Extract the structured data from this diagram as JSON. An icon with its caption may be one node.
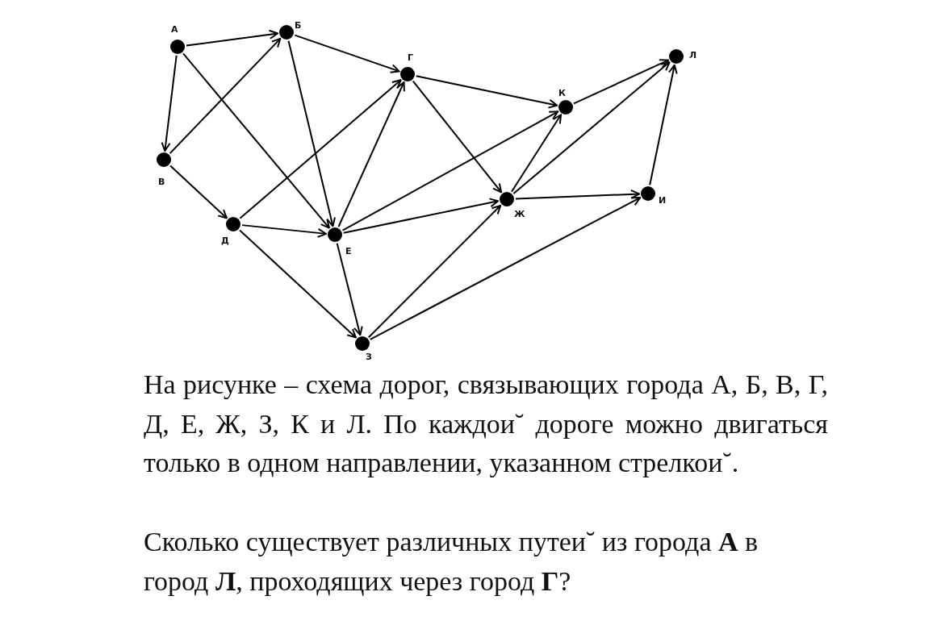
{
  "diagram": {
    "nodes": [
      {
        "text": [],
        "shape": "circle",
        "beside": [
          "А"
        ]
      },
      {
        "text": [],
        "shape": "circle",
        "beside": [
          "Б"
        ]
      },
      {
        "text": [],
        "shape": "circle",
        "beside": [
          "В"
        ]
      },
      {
        "text": [],
        "shape": "circle",
        "beside": [
          "Г"
        ]
      },
      {
        "text": [],
        "shape": "circle",
        "beside": [
          "Д"
        ]
      },
      {
        "text": [],
        "shape": "circle",
        "beside": [
          "Е"
        ]
      },
      {
        "text": [],
        "shape": "circle",
        "beside": [
          "Ж"
        ]
      },
      {
        "text": [],
        "shape": "circle",
        "beside": [
          "З"
        ]
      },
      {
        "text": [],
        "shape": "circle",
        "beside": [
          "К"
        ]
      },
      {
        "text": [],
        "shape": "circle",
        "beside": [
          "Л"
        ]
      },
      {
        "text": [],
        "shape": "circle",
        "beside": [
          "И"
        ]
      }
    ],
    "edges": [
      {
        "from": 0,
        "to": 1,
        "arrow": "to"
      },
      {
        "from": 0,
        "to": 2,
        "arrow": "to"
      },
      {
        "from": 0,
        "to": 5,
        "arrow": "to"
      },
      {
        "from": 2,
        "to": 1,
        "arrow": "to"
      },
      {
        "from": 2,
        "to": 4,
        "arrow": "to"
      },
      {
        "from": 1,
        "to": 3,
        "arrow": "to"
      },
      {
        "from": 1,
        "to": 5,
        "arrow": "to"
      },
      {
        "from": 4,
        "to": 3,
        "arrow": "to"
      },
      {
        "from": 4,
        "to": 5,
        "arrow": "to"
      },
      {
        "from": 4,
        "to": 7,
        "arrow": "to"
      },
      {
        "from": 5,
        "to": 3,
        "arrow": "to"
      },
      {
        "from": 5,
        "to": 8,
        "arrow": "to"
      },
      {
        "from": 5,
        "to": 6,
        "arrow": "to"
      },
      {
        "from": 5,
        "to": 7,
        "arrow": "to"
      },
      {
        "from": 3,
        "to": 8,
        "arrow": "to"
      },
      {
        "from": 3,
        "to": 6,
        "arrow": "to"
      },
      {
        "from": 6,
        "to": 8,
        "arrow": "to"
      },
      {
        "from": 6,
        "to": 9,
        "arrow": "to"
      },
      {
        "from": 6,
        "to": 10,
        "arrow": "to"
      },
      {
        "from": 7,
        "to": 6,
        "arrow": "to"
      },
      {
        "from": 7,
        "to": 10,
        "arrow": "to"
      },
      {
        "from": 8,
        "to": 9,
        "arrow": "to"
      },
      {
        "from": 10,
        "to": 9,
        "arrow": "to"
      }
    ],
    "labels": [
      "На рисунке – схема дорог, связывающих города А, Б, В, Г, Д, Е, Ж, З, К и Л. По каждои˘ дороге можно двигаться только в одном направлении, указанном стрелкои˘.",
      "Сколько существует различных путеи˘ из города **А** в город **Л**, проходящих через город **Г**?"
    ]
  }
}
